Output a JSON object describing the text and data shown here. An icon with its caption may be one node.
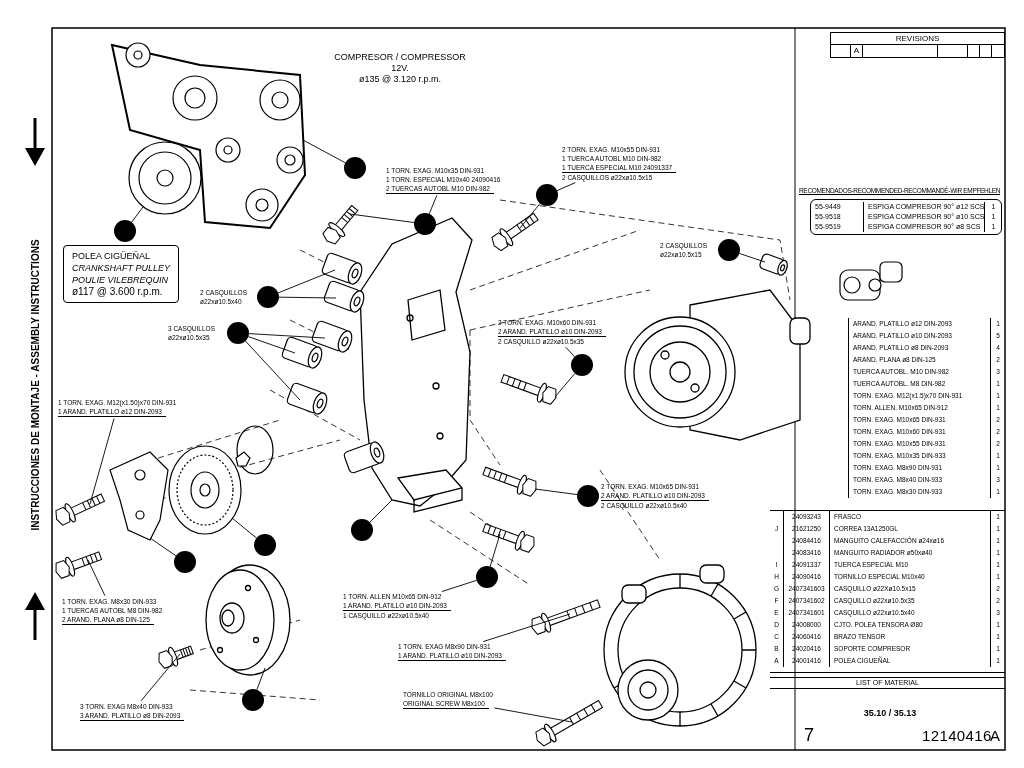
{
  "diagram": {
    "nodes": [
      {
        "text": [],
        "shape": "circle"
      },
      {
        "text": [
          "1 TORN. EXAG. M10x35 DIN-931",
          "1 TORN. ESPECIAL M10x40 24090416",
          "2 TUERCAS AUTOBL M10 DIN-982"
        ]
      },
      {
        "text": [],
        "shape": "circle"
      },
      {
        "text": [
          "2 TORN. EXAG. M10x55 DIN-931",
          "1 TUERCA AUTOBL M10 DIN-982",
          "1 TUERCA ESPECIAL M10 24091337",
          "2 CASQUILLOS ø22xø10.5x15"
        ]
      },
      {
        "text": [],
        "shape": "circle"
      },
      {
        "text": [],
        "shape": "circle"
      },
      {
        "text": [
          "POLEA CIGÜEÑAL",
          "CRANKSHAFT PULLEY",
          "POULIE VILEBREQUIN",
          "ø117 @ 3.600 r.p.m."
        ]
      },
      {
        "text": [
          "2 CASQUILLOS",
          "ø22xø10.5x40"
        ]
      },
      {
        "text": [],
        "shape": "circle"
      },
      {
        "text": [
          "3 CASQUILLOS",
          "ø22xø10.5x35"
        ]
      },
      {
        "text": [],
        "shape": "circle"
      },
      {
        "text": [
          "2 CASQUILLOS",
          "ø22xø10.5x15"
        ]
      },
      {
        "text": [],
        "shape": "circle"
      },
      {
        "text": [
          "2 TORN. EXAG. M10x60 DIN-931",
          "2 ARAND. PLATILLO ø10 DIN-2093",
          "2 CASQUILLO ø22xø10.5x35"
        ]
      },
      {
        "text": [],
        "shape": "circle"
      },
      {
        "text": [
          "1 TORN. EXAG. M12(x1.50)x70 DIN-931",
          "1 ARAND. PLATILLO ø12 DIN-2093"
        ]
      },
      {
        "text": [
          "2 TORN. EXAG. M10x65 DIN-931",
          "2 ARAND. PLATILLO ø10 DIN-2093",
          "2 CASQUILLO ø22xø10.5x40"
        ]
      },
      {
        "text": [],
        "shape": "circle"
      },
      {
        "text": [],
        "shape": "circle"
      },
      {
        "text": [],
        "shape": "circle"
      },
      {
        "text": [],
        "shape": "circle"
      },
      {
        "text": [],
        "shape": "circle"
      },
      {
        "text": [
          "1 TORN. ALLEN M10x65 DIN-912",
          "1 ARAND. PLATILLO ø10 DIN-2093",
          "1 CASQUILLO ø22xø10.5x40"
        ]
      },
      {
        "text": [
          "1 TORN. EXAG. M8x30 DIN-933",
          "1 TUERCAS AUTOBL M8 DIN-982",
          "2 ARAND. PLANA ø8 DIN-125"
        ]
      },
      {
        "text": [
          "1 TORN. EXAG M8x90 DIN-931",
          "1 ARAND. PLATILLO ø10 DIN-2093"
        ]
      },
      {
        "text": [
          "TORNILLO ORIGINAL M8x100",
          "ORIGINAL SCREW M8x100"
        ]
      },
      {
        "text": [],
        "shape": "circle"
      },
      {
        "text": [
          "3 TORN. EXAG M8x40 DIN-933",
          "3 ARAND. PLATILLO ø8 DIN-2093"
        ]
      },
      {
        "text": [],
        "shape": "picture"
      },
      {
        "text": [],
        "shape": "picture"
      },
      {
        "text": [],
        "shape": "picture"
      },
      {
        "text": [],
        "shape": "picture"
      },
      {
        "text": [],
        "shape": "picture"
      },
      {
        "text": [],
        "shape": "picture"
      },
      {
        "text": [],
        "shape": "picture"
      },
      {
        "text": [],
        "shape": "picture"
      },
      {
        "text": [],
        "shape": "picture"
      },
      {
        "text": [],
        "shape": "picture"
      },
      {
        "text": [],
        "shape": "picture"
      },
      {
        "text": [],
        "shape": "picture"
      },
      {
        "text": [],
        "shape": "picture"
      },
      {
        "text": [],
        "shape": "picture"
      },
      {
        "text": [],
        "shape": "picture"
      },
      {
        "text": [],
        "shape": "picture"
      },
      {
        "text": [],
        "shape": "picture"
      },
      {
        "text": [],
        "shape": "picture"
      },
      {
        "text": [],
        "shape": "picture"
      },
      {
        "text": [],
        "shape": "picture"
      },
      {
        "text": [],
        "shape": "picture"
      },
      {
        "text": [],
        "shape": "picture"
      }
    ],
    "edges": [
      {
        "from": 0,
        "to": 28,
        "arrow": "none"
      },
      {
        "from": 1,
        "to": 2,
        "arrow": "none"
      },
      {
        "from": 2,
        "to": 30,
        "arrow": "none"
      },
      {
        "from": 3,
        "to": 4,
        "arrow": "none"
      },
      {
        "from": 4,
        "to": 31,
        "arrow": "none"
      },
      {
        "from": 5,
        "to": 29,
        "arrow": "none"
      },
      {
        "from": 8,
        "to": 32,
        "arrow": "none"
      },
      {
        "from": 8,
        "to": 33,
        "arrow": "none"
      },
      {
        "from": 10,
        "to": 34,
        "arrow": "none"
      },
      {
        "from": 10,
        "to": 35,
        "arrow": "none"
      },
      {
        "from": 10,
        "to": 36,
        "arrow": "none"
      },
      {
        "from": 12,
        "to": 37,
        "arrow": "none"
      },
      {
        "from": 13,
        "to": 14,
        "arrow": "none"
      },
      {
        "from": 14,
        "to": 38,
        "arrow": "none"
      },
      {
        "from": 15,
        "to": 39,
        "arrow": "none"
      },
      {
        "from": 17,
        "to": 40,
        "arrow": "none"
      },
      {
        "from": 18,
        "to": 41,
        "arrow": "none"
      },
      {
        "from": 19,
        "to": 42,
        "arrow": "none"
      },
      {
        "from": 20,
        "to": 43,
        "arrow": "none"
      },
      {
        "from": 22,
        "to": 21,
        "arrow": "none"
      },
      {
        "from": 21,
        "to": 44,
        "arrow": "none"
      },
      {
        "from": 23,
        "to": 45,
        "arrow": "none"
      },
      {
        "from": 24,
        "to": 46,
        "arrow": "none"
      },
      {
        "from": 25,
        "to": 47,
        "arrow": "none"
      },
      {
        "from": 26,
        "to": 48,
        "arrow": "none"
      },
      {
        "from": 27,
        "to": 49,
        "arrow": "none"
      }
    ],
    "labels": [
      "COMPRESOR / COMPRESSOR",
      "12V.",
      "ø135 @ 3.120 r.p.m.",
      "INSTRUCCIONES DE MONTAJE - ASSEMBLY INSTRUCTIONS",
      "REVISIONS",
      "A",
      "RECOMENDADOS-RECOMMENDED-RECOMMANDÉ-WIR EMPFEHLEN",
      "55-9449",
      "ESPIGA COMPRESOR 90° ø12 SCS",
      "1",
      "55-9518",
      "ESPIGA COMPRESOR 90° ø10 SCS",
      "1",
      "55-9519",
      "ESPIGA COMPRESOR 90° ø8 SCS",
      "1",
      "ARAND. PLATILLO ø12 DIN-2093",
      "1",
      "ARAND. PLATILLO ø10 DIN-2093",
      "5",
      "ARAND. PLATILLO ø8 DIN-2093",
      "4",
      "ARAND. PLANA ø8 DIN-125",
      "2",
      "TUERCA AUTOBL. M10 DIN-982",
      "3",
      "TUERCA AUTOBL. M8 DIN-982",
      "1",
      "TORN. EXAG. M12(x1.5)x70 DIN-931",
      "1",
      "TORN. ALLEN. M10x65 DIN-912",
      "1",
      "TORN. EXAG. M10x65 DIN-931",
      "2",
      "TORN. EXAG. M10x60 DIN-931",
      "2",
      "TORN. EXAG. M10x55 DIN-931",
      "2",
      "TORN. EXAG. M10x35 DIN-933",
      "1",
      "TORN. EXAG. M8x90 DIN-931",
      "1",
      "TORN. EXAG. M8x40 DIN-933",
      "3",
      "TORN. EXAG. M8x30 DIN-933",
      "1",
      "24093243",
      "FRASCO",
      "1",
      "J",
      "21621250",
      "CORREA 13A1250GL",
      "1",
      "24084416",
      "MANGUITO CALEFACCIÓN ø24xø16",
      "1",
      "24083416",
      "MANGUITO RADIADOR ø50xø40",
      "1",
      "I",
      "24091337",
      "TUERCA ESPECIAL M10",
      "1",
      "H",
      "24090416",
      "TORNILLO ESPECIAL M10x40",
      "1",
      "G",
      "2407341603",
      "CASQUILLO ø22Xø10.5x15",
      "2",
      "F",
      "2407341602",
      "CASQUILLO ø22xø10.5x35",
      "2",
      "E",
      "2407341601",
      "CASQUILLO ø22xø10.5x40",
      "3",
      "D",
      "24008000",
      "CJTO. POLEA TENSORA Ø80",
      "1",
      "C",
      "24060416",
      "BRAZO TENSOR",
      "1",
      "B",
      "24020416",
      "SOPORTE COMPRESOR",
      "1",
      "A",
      "24001416",
      "POLEA CIGUEÑAL",
      "1",
      "LIST OF MATERIAL",
      "35.10 / 35.13",
      "7",
      "12140416",
      "A"
    ]
  }
}
